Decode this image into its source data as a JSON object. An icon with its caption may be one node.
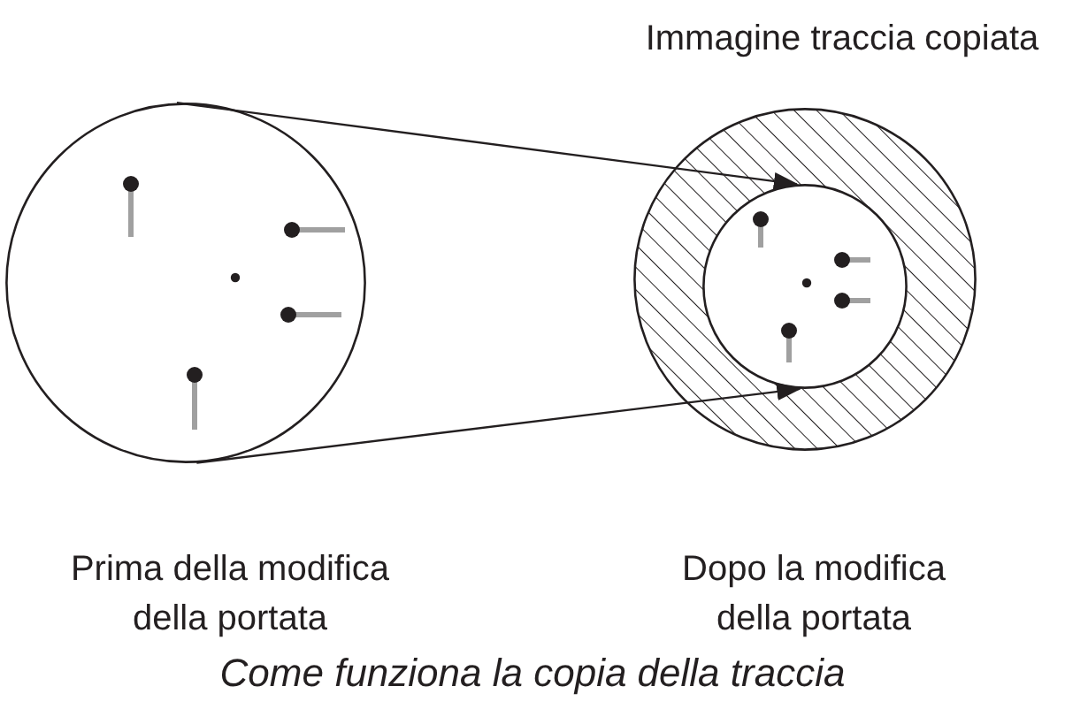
{
  "diagram": {
    "caption": "Come funziona la copia della traccia",
    "nodes": [
      {
        "text": [],
        "shape": "circle",
        "beside": [
          "Prima della modifica della portata"
        ]
      },
      {
        "text": [
          "Immagine traccia copiata"
        ],
        "beside": [
          "Dopo la modifica della portata"
        ]
      },
      {
        "text": [],
        "shape": "circle",
        "in": 1
      }
    ],
    "edges": [
      {
        "from": 0,
        "to": 2,
        "arrow": "to"
      },
      {
        "from": 0,
        "to": 2,
        "arrow": "to"
      }
    ]
  }
}
